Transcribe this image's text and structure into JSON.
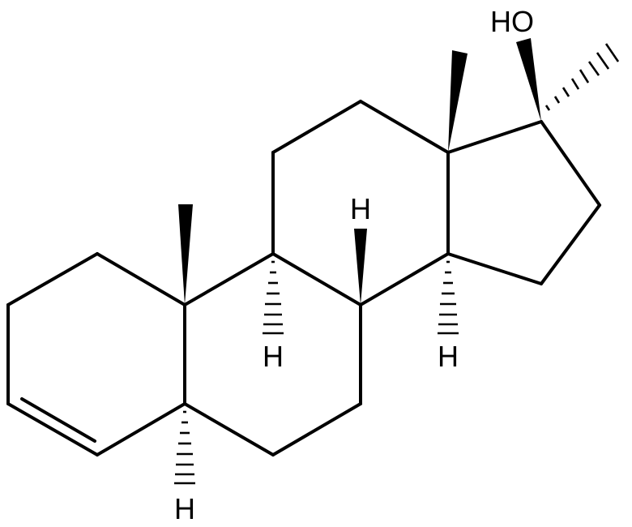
{
  "molecule": {
    "labels": {
      "hydroxyl": "HO",
      "h_c5": "H",
      "h_c8": "H",
      "h_c9": "H",
      "h_c14": "H"
    },
    "colors": {
      "bond": "#000000",
      "background": "#ffffff"
    }
  }
}
